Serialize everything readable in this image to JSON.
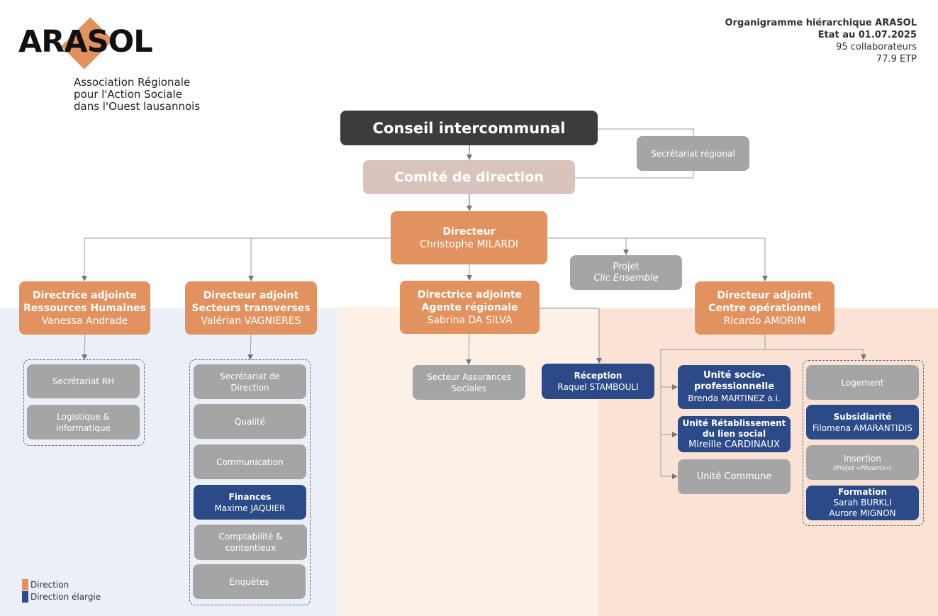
{
  "header": {
    "logo_text": "ARASOL",
    "org_lines": [
      "Association Régionale",
      "pour l'Action Sociale",
      "dans l'Ouest lausannois"
    ],
    "title": "Organigramme hiérarchique ARASOL",
    "date": "Etat au 01.07.2025",
    "staff": "95 collaborateurs",
    "etp": "77.9 ETP"
  },
  "colors": {
    "direction": "#e2925e",
    "direction_elargie": "#2c4a87",
    "support": "#a5a5a5",
    "dark": "#3c3c3c",
    "comite": "#d9c3bd"
  },
  "top": {
    "conseil": "Conseil intercommunal",
    "comite": "Comité de direction",
    "secretariat_regional": "Secrétariat régional",
    "directeur_title": "Directeur",
    "directeur_name": "Christophe MILARDI",
    "projet_line1": "Projet",
    "projet_line2": "Clic Ensemble"
  },
  "rh": {
    "title1": "Directrice adjointe",
    "title2": "Ressources Humaines",
    "name": "Vanessa Andrade",
    "items": [
      "Secrétariat RH",
      "Logistique  &\ninformatique"
    ]
  },
  "transverses": {
    "title1": "Directeur adjoint",
    "title2": "Secteurs transverses",
    "name": "Valérian VAGNIERES",
    "secretariat": "Secrétariat de\nDirection",
    "qualite": "Qualité",
    "communication": "Communication",
    "finances_title": "Finances",
    "finances_name": "Maxime JAQUIER",
    "comptabilite": "Comptabilité  &\ncontentieux",
    "enquetes": "Enquêtes"
  },
  "regionale": {
    "title1": "Directrice adjointe",
    "title2": "Agente régionale",
    "name": "Sabrina DA SILVA",
    "assurances": "Secteur  Assurances\nSociales",
    "reception_title": "Réception",
    "reception_name": "Raquel  STAMBOULI"
  },
  "operationnel": {
    "title1": "Directeur adjoint",
    "title2": "Centre opérationnel",
    "name": "Ricardo AMORIM",
    "unite_socio_title": "Unité socio-\nprofessionnelle",
    "unite_socio_name": "Brenda  MARTINEZ  a.i.",
    "unite_retab_title": "Unité Rétablissement\ndu lien social",
    "unite_retab_name": "Mireille CARDINAUX",
    "unite_commune": "Unité Commune",
    "logement": "Logement",
    "subsidiarite_title": "Subsidiarité",
    "subsidiarite_name": "Filomena  AMARANTIDIS",
    "insertion": "Insertion",
    "insertion_sub": "(Projet «Phoenix»)",
    "formation_title": "Formation",
    "formation_name1": "Sarah BURKLI",
    "formation_name2": "Aurore MIGNON"
  },
  "legend": {
    "direction": "Direction",
    "direction_elargie": "Direction  élargie"
  }
}
